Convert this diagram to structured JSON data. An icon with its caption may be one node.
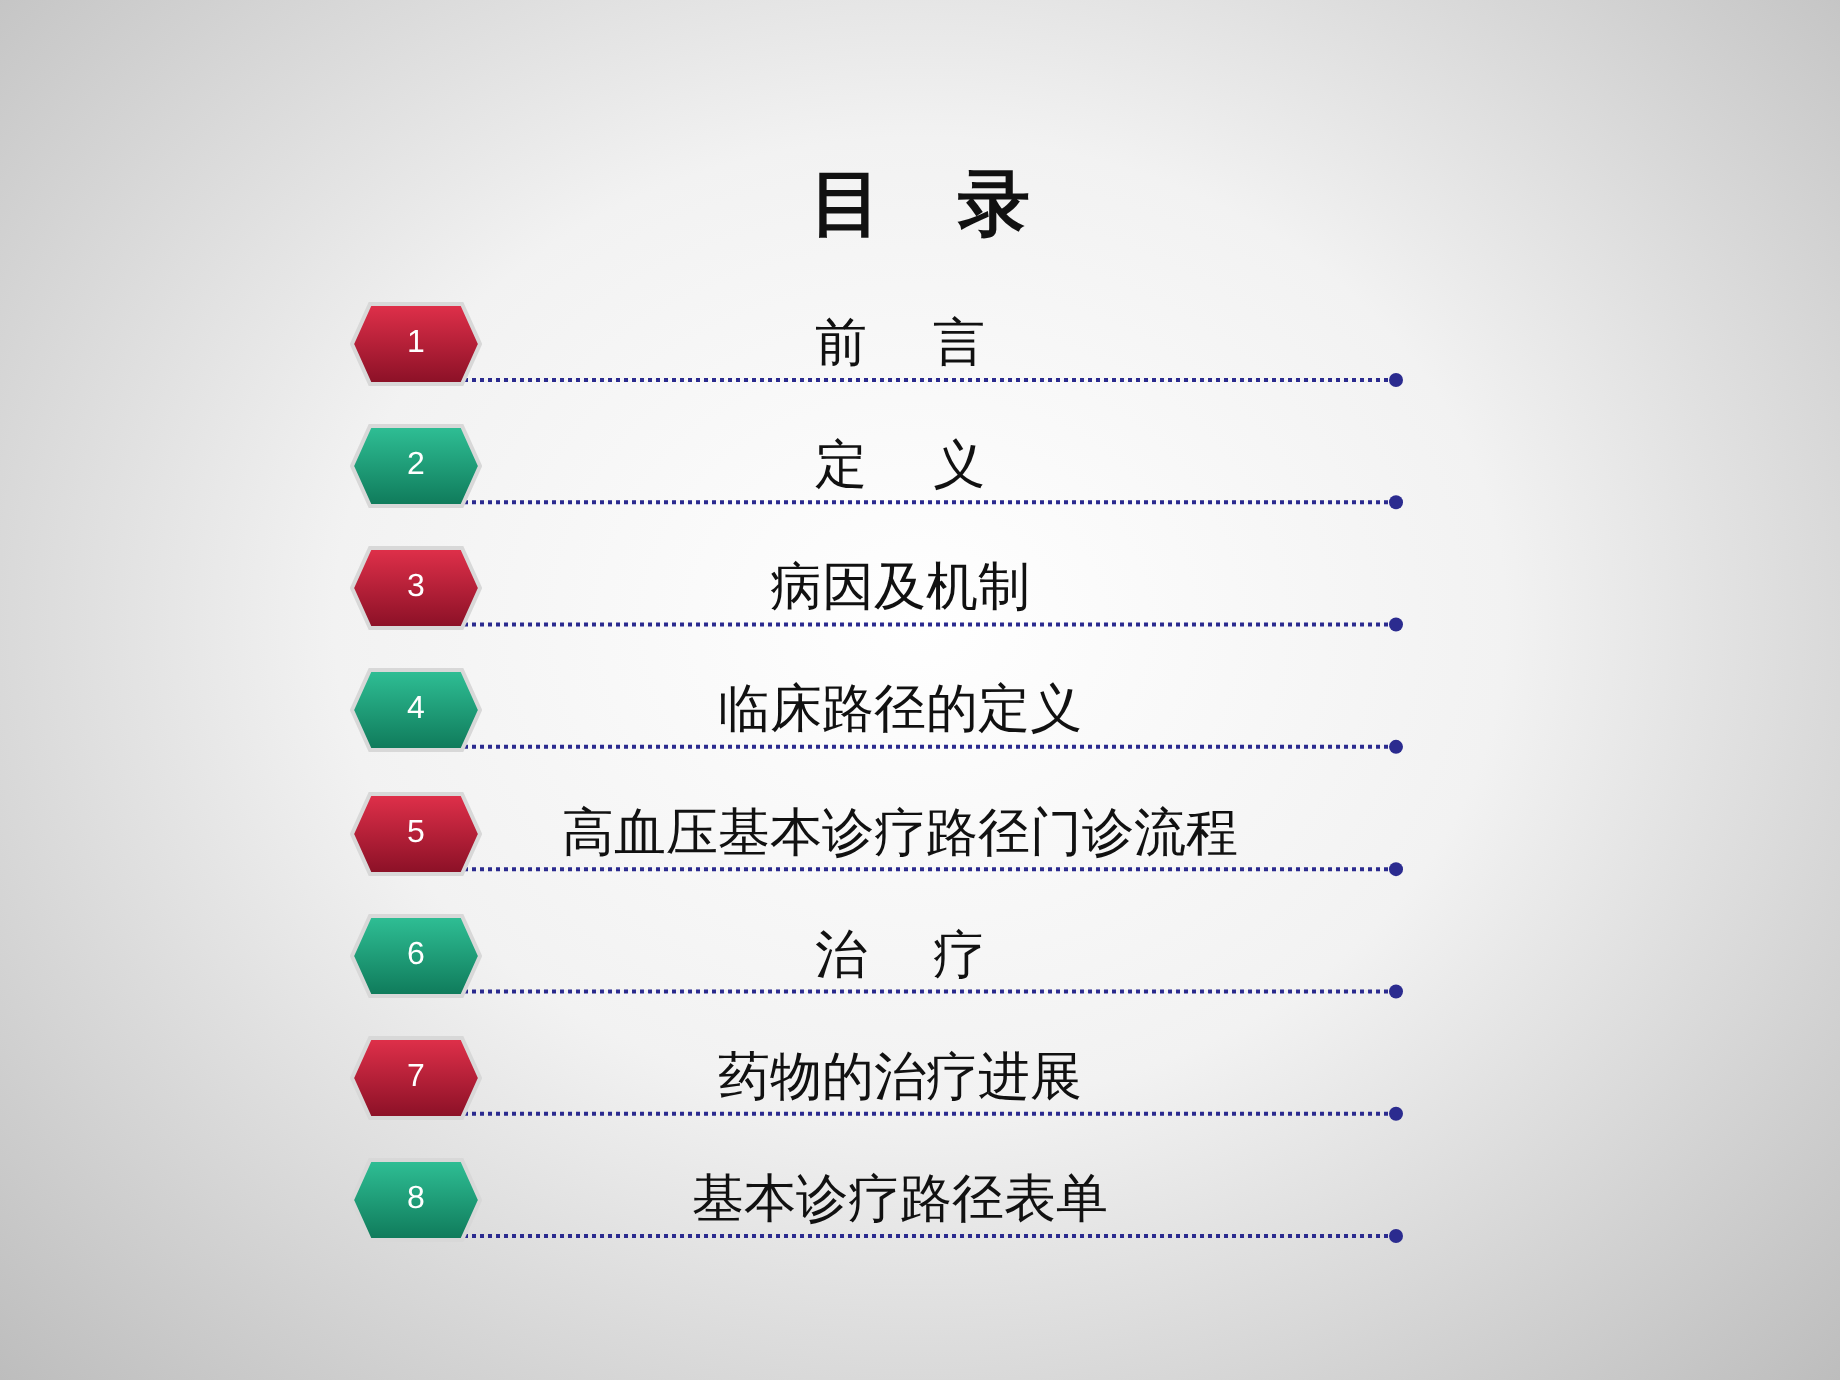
{
  "diagram": {
    "title": "目 录",
    "nodes": [
      {
        "text": [
          "1"
        ]
      },
      {
        "text": [
          "2"
        ]
      },
      {
        "text": [
          "3"
        ]
      },
      {
        "text": [
          "4"
        ]
      },
      {
        "text": [
          "5"
        ]
      },
      {
        "text": [
          "6"
        ]
      },
      {
        "text": [
          "7"
        ]
      },
      {
        "text": [
          "8"
        ]
      }
    ],
    "labels": [
      "前 言",
      "定 义",
      "病因及机制",
      "临床路径的定义",
      "高血压基本诊疗路径门诊流程",
      "治 疗",
      "药物的治疗进展",
      "基本诊疗路径表单"
    ]
  }
}
